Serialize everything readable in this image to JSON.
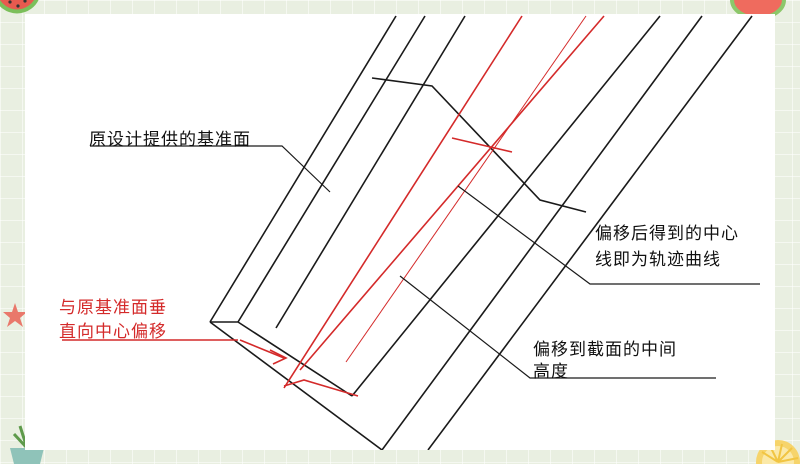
{
  "labels": {
    "original_datum": "原设计提供的基准面",
    "trajectory_line1": "偏移后得到的中心",
    "trajectory_line2": "线即为轨迹曲线",
    "offset_red_line1": "与原基准面垂",
    "offset_red_line2": "直向中心偏移",
    "section_line1": "偏移到截面的中间",
    "section_line2": "高度"
  },
  "colors": {
    "line": "#1a1a1a",
    "accent_red": "#d42a2a",
    "background": "#e9efe1",
    "card": "#ffffff"
  },
  "decorations": [
    "watermelon-slice-icon",
    "starfish-icon",
    "potted-plant-icon",
    "lemon-slice-icon"
  ]
}
